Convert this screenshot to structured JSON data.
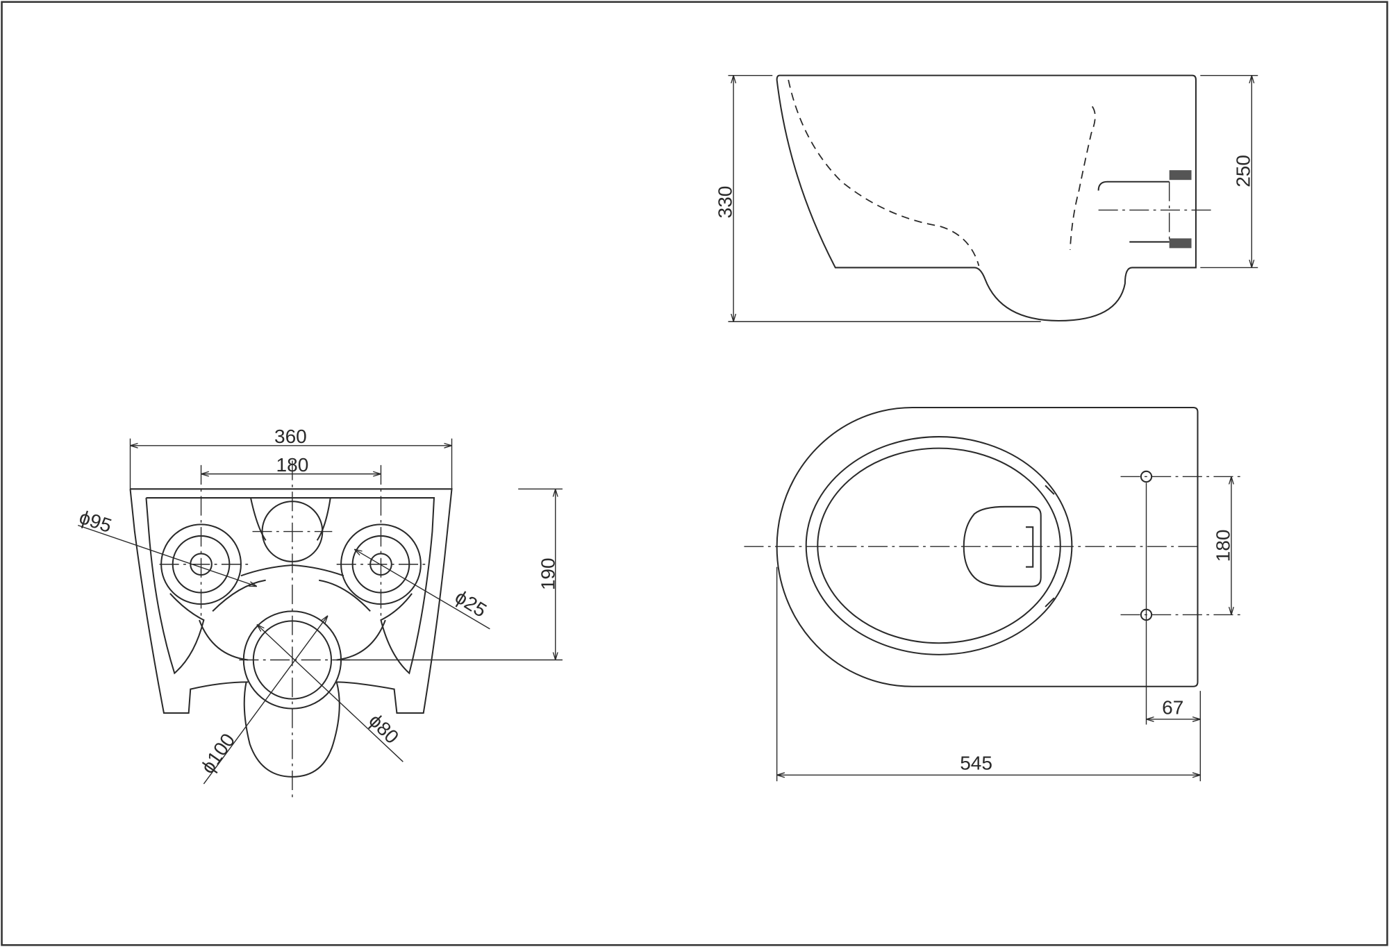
{
  "title": "Wall-hung toilet dimension drawing",
  "front_view": {
    "overall_width": "360",
    "bolt_spacing": "180",
    "inlet_diameter": "ϕ95",
    "bolt_hole_diameter": "ϕ25",
    "outlet_height": "190",
    "outlet_outer_diameter": "ϕ100",
    "outlet_inner_diameter": "ϕ80"
  },
  "side_view": {
    "overall_height": "330",
    "body_height": "250"
  },
  "top_view": {
    "bolt_spacing": "180",
    "bolt_offset": "67",
    "overall_length": "545"
  }
}
